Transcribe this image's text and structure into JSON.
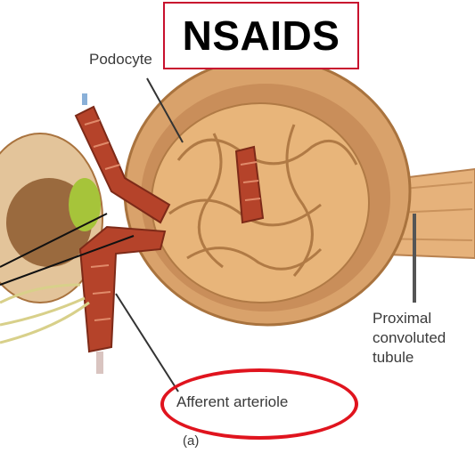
{
  "title": "NSAIDS",
  "labels": {
    "podocyte": "Podocyte",
    "proximal_tubule_line1": "Proximal",
    "proximal_tubule_line2": "convoluted",
    "proximal_tubule_line3": "tubule",
    "afferent_arteriole": "Afferent arteriole",
    "panel": "(a)"
  },
  "colors": {
    "annotation_red": "#e0141e",
    "title_box_border": "#c8102e",
    "capsule": "#d9a26b",
    "tissue": "#e8b57a",
    "vessel": "#b5432a",
    "macula_green": "#a6c43a"
  }
}
